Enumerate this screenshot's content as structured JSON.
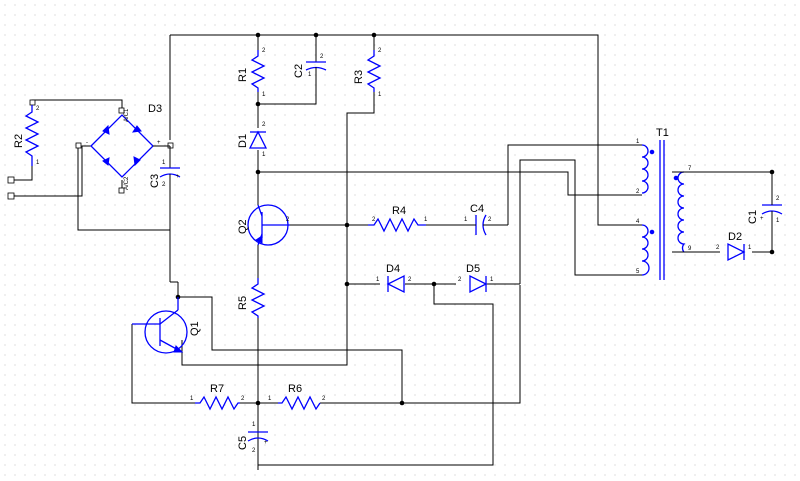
{
  "labels": {
    "R1": "R1",
    "R2": "R2",
    "R3": "R3",
    "R4": "R4",
    "R5": "R5",
    "R6": "R6",
    "R7": "R7",
    "C1": "C1",
    "C2": "C2",
    "C3": "C3",
    "C4": "C4",
    "C5": "C5",
    "D1": "D1",
    "D2": "D2",
    "D3": "D3",
    "D4": "D4",
    "D5": "D5",
    "Q1": "Q1",
    "Q2": "Q2",
    "T1": "T1"
  },
  "pins": {
    "one": "1",
    "two": "2",
    "four": "4",
    "five": "5",
    "seven": "7",
    "nine": "9",
    "plus": "+",
    "minus": "-",
    "ac1": "A/C1",
    "ac2": "A/C2"
  },
  "colors": {
    "component": "#0000ff",
    "wire": "#000000",
    "grid": "#c8c8c8"
  }
}
